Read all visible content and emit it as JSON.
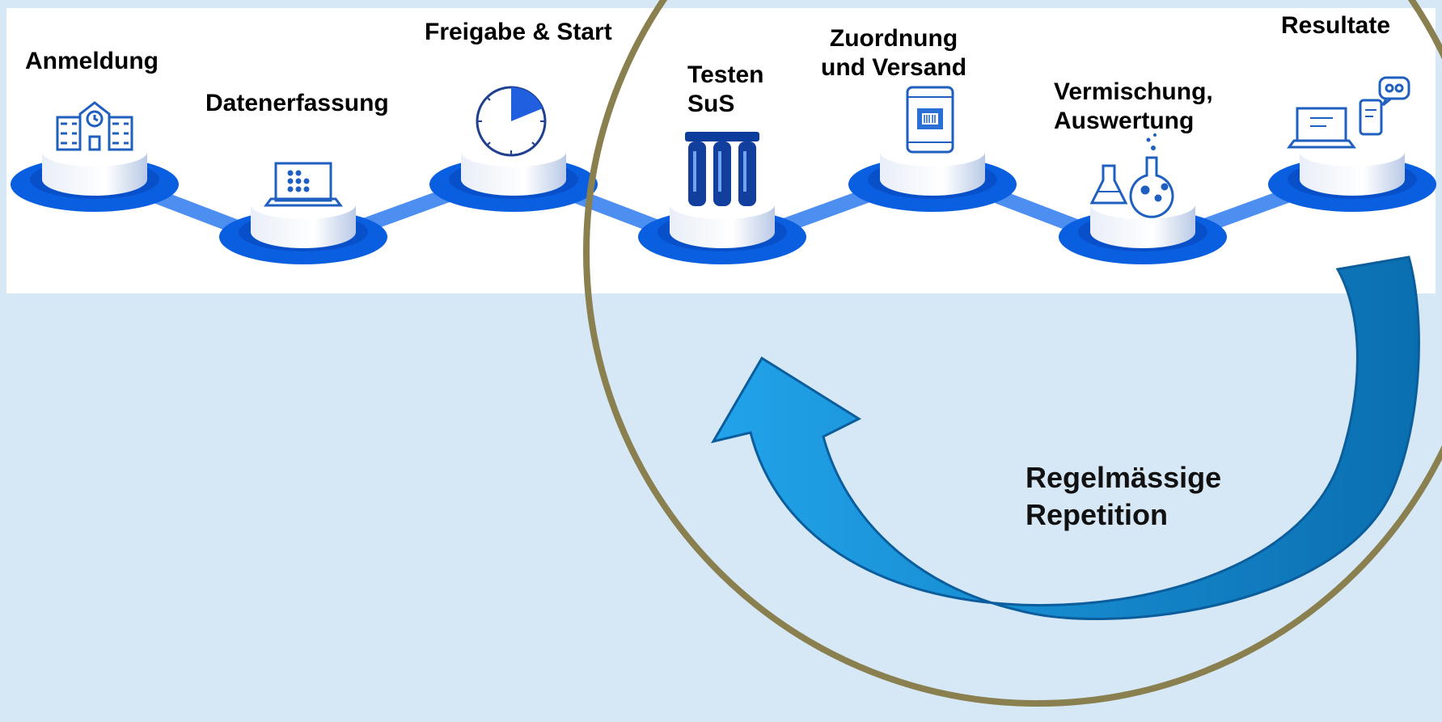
{
  "steps": [
    {
      "label": "Anmeldung",
      "icon": "school-building-icon"
    },
    {
      "label": "Datenerfassung",
      "icon": "laptop-keypad-icon"
    },
    {
      "label": "Freigabe & Start",
      "icon": "timer-icon"
    },
    {
      "label_line1": "Testen",
      "label_line2": "SuS",
      "icon": "test-tubes-icon"
    },
    {
      "label_line1": "Zuordnung",
      "label_line2": "und Versand",
      "icon": "scanner-tablet-icon"
    },
    {
      "label_line1": "Vermischung,",
      "label_line2": "Auswertung",
      "icon": "lab-flasks-icon"
    },
    {
      "label": "Resultate",
      "icon": "devices-chat-icon"
    }
  ],
  "cycle": {
    "line1": "Regelmässige",
    "line2": "Repetition"
  },
  "colors": {
    "background": "#d6e7f6",
    "band": "#ffffff",
    "platform_blue": "#0a5fe0",
    "connector_blue": "#4d8ff0",
    "icon_blue": "#1f5fbf",
    "circle_outline": "#8a7f4f",
    "arrow_blue": "#1791db",
    "arrow_dark": "#0b5d9c"
  }
}
